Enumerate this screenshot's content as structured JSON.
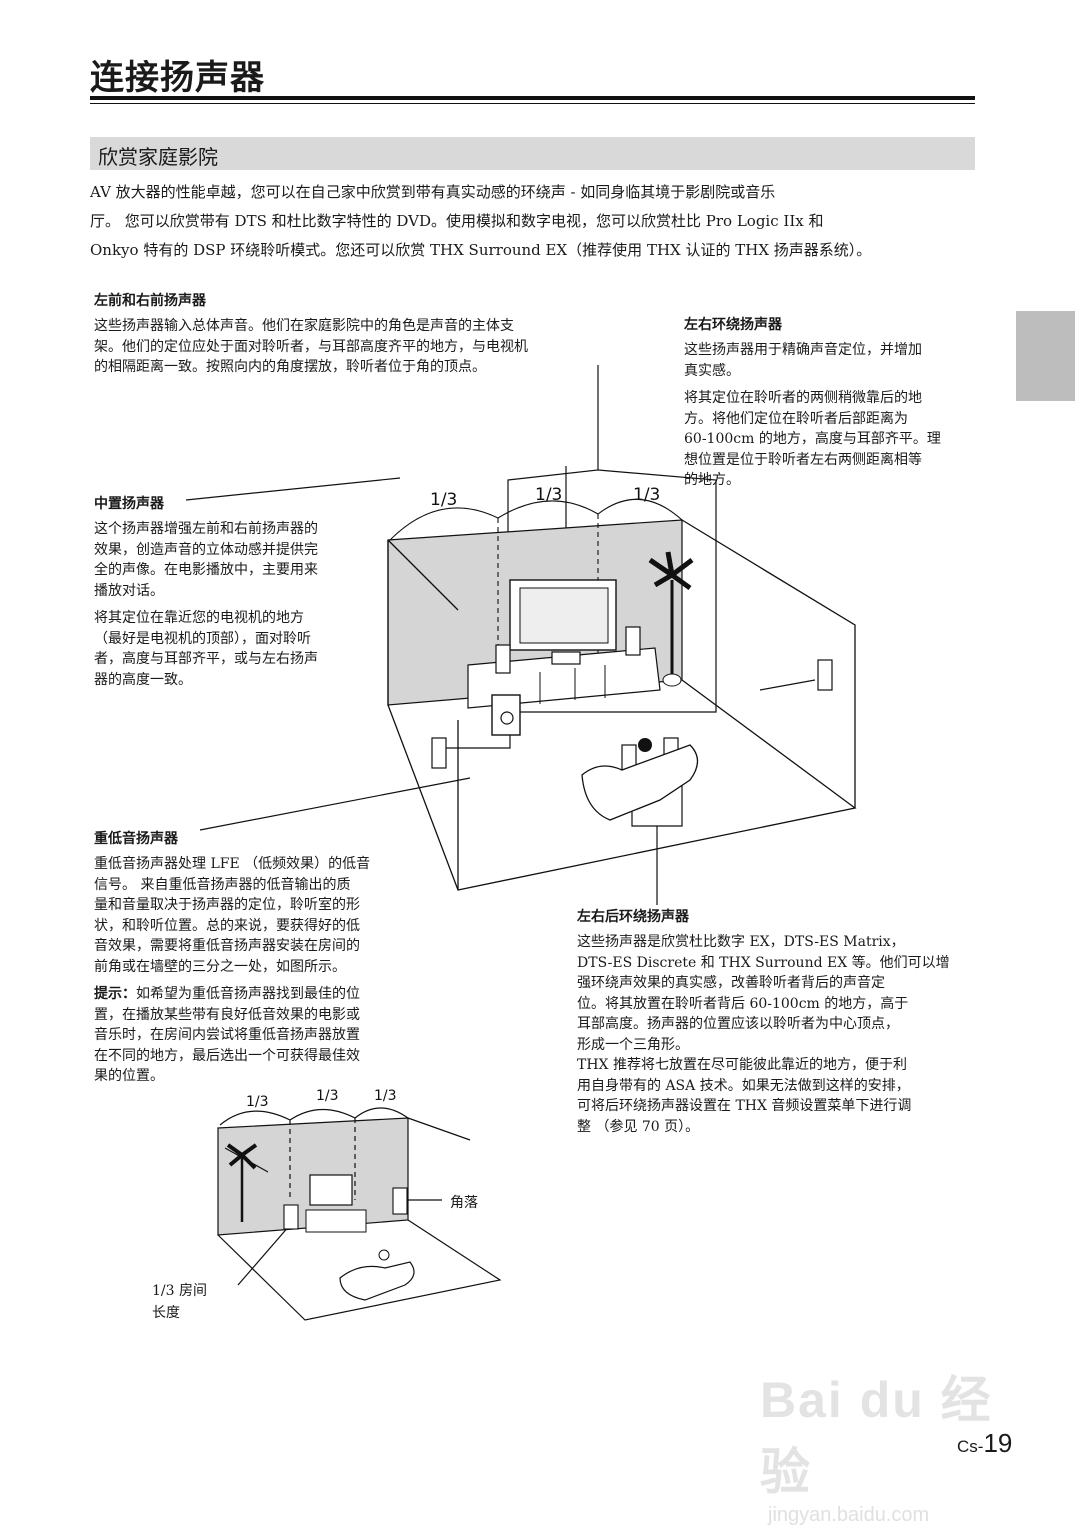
{
  "page": {
    "title": "连接扬声器",
    "section": "欣赏家庭影院",
    "intro_lines": [
      "AV 放大器的性能卓越，您可以在自己家中欣赏到带有真实动感的环绕声 - 如同身临其境于影剧院或音乐",
      "厅。 您可以欣赏带有 DTS 和杜比数字特性的 DVD。使用模拟和数字电视，您可以欣赏杜比 Pro Logic IIx 和",
      "Onkyo 特有的 DSP 环绕聆听模式。您还可以欣赏 THX Surround EX（推荐使用 THX 认证的 THX 扬声器系统）。"
    ]
  },
  "front": {
    "title": "左前和右前扬声器",
    "lines": [
      "这些扬声器输入总体声音。他们在家庭影院中的角色是声音的主体支",
      "架。他们的定位应处于面对聆听者，与耳部高度齐平的地方，与电视机",
      "的相隔距离一致。按照向内的角度摆放，聆听者位于角的顶点。"
    ]
  },
  "surround": {
    "title": "左右环绕扬声器",
    "p1": [
      "这些扬声器用于精确声音定位，并增加",
      "真实感。"
    ],
    "p2": [
      "将其定位在聆听者的两侧稍微靠后的地",
      "方。将他们定位在聆听者后部距离为",
      "60-100cm 的地方，高度与耳部齐平。理",
      "想位置是位于聆听者左右两侧距离相等",
      "的地方。"
    ]
  },
  "center": {
    "title": "中置扬声器",
    "p1": [
      "这个扬声器增强左前和右前扬声器的",
      "效果，创造声音的立体动感并提供完",
      "全的声像。在电影播放中，主要用来",
      "播放对话。"
    ],
    "p2": [
      "将其定位在靠近您的电视机的地方",
      "（最好是电视机的顶部），面对聆听",
      "者，高度与耳部齐平，或与左右扬声",
      "器的高度一致。"
    ]
  },
  "subwoofer": {
    "title": "重低音扬声器",
    "p1": [
      "重低音扬声器处理 LFE （低频效果）的低音",
      "信号。 来自重低音扬声器的低音输出的质",
      "量和音量取决于扬声器的定位，聆听室的形",
      "状，和聆听位置。总的来说，要获得好的低",
      "音效果，需要将重低音扬声器安装在房间的",
      "前角或在墙壁的三分之一处，如图所示。"
    ],
    "tip_label": "提示：",
    "tip": [
      "如希望为重低音扬声器找到最佳的位",
      "置，在播放某些带有良好低音效果的电影或",
      "音乐时，在房间内尝试将重低音扬声器放置",
      "在不同的地方，最后选出一个可获得最佳效",
      "果的位置。"
    ]
  },
  "rear": {
    "title": "左右后环绕扬声器",
    "p1": [
      "这些扬声器是欣赏杜比数字 EX，DTS-ES Matrix，",
      "DTS-ES Discrete 和 THX Surround EX 等。他们可以增",
      "强环绕声效果的真实感，改善聆听者背后的声音定",
      "位。将其放置在聆听者背后 60-100cm 的地方，高于",
      "耳部高度。扬声器的位置应该以聆听者为中心顶点，",
      "形成一个三角形。"
    ],
    "p2": [
      "THX 推荐将七放置在尽可能彼此靠近的地方，便于利",
      "用自身带有的 ASA 技术。如果无法做到这样的安排，",
      "可将后环绕扬声器设置在 THX 音频设置菜单下进行调",
      "整 （参见 70 页）。"
    ]
  },
  "diagram": {
    "third": "1/3",
    "corner_label": "角落",
    "room_label": [
      "1/3 房间",
      "长度"
    ]
  },
  "footer": {
    "page_prefix": "Cs-",
    "page_number": "19",
    "watermark_main": "Bai du 经验",
    "watermark_sub": "jingyan.baidu.com"
  }
}
